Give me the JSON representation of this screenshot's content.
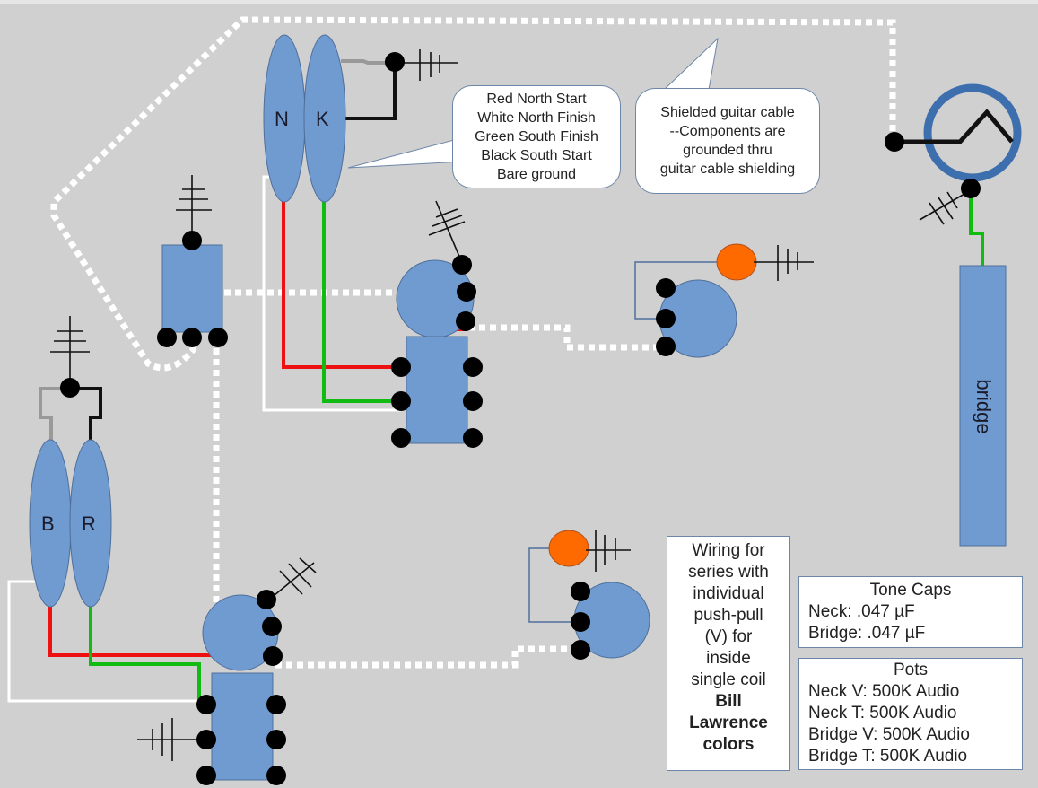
{
  "diagram": {
    "title": "Wiring for series with individual push-pull (V) for inside single coil Bill Lawrence colors",
    "colors": {
      "background": "#d0d0d0",
      "component": "#6f9bd1",
      "component_border": "#4f6f9a",
      "terminal": "#000000",
      "wire_red": "#ee1111",
      "wire_green": "#11bb11",
      "wire_white": "#ffffff",
      "wire_black": "#111111",
      "wire_bare": "#999999",
      "capacitor": "#ff6a00",
      "shield": "#ffffff",
      "jack_ring": "#3d6fae"
    },
    "pickups": {
      "neck": {
        "coil_left_label": "N",
        "coil_right_label": "K"
      },
      "bridge": {
        "coil_left_label": "B",
        "coil_right_label": "R"
      }
    },
    "bridge_label": "bridge",
    "color_code_callout": {
      "lines": [
        "Red North Start",
        "White North Finish",
        "Green South Finish",
        "Black South Start",
        "Bare ground"
      ]
    },
    "cable_callout": {
      "lines": [
        "Shielded guitar cable",
        "--Components are",
        "grounded thru",
        "guitar cable shielding"
      ]
    },
    "description_note": {
      "lines": [
        "Wiring for",
        "series with",
        "individual",
        "push-pull",
        "(V) for",
        "inside",
        "single coil"
      ],
      "bold_lines": [
        "Bill",
        "Lawrence",
        "colors"
      ]
    },
    "tone_caps": {
      "title": "Tone Caps",
      "items": [
        "Neck: .047 µF",
        "Bridge: .047 µF"
      ]
    },
    "pots": {
      "title": "Pots",
      "items": [
        "Neck V: 500K Audio",
        "Neck T: 500K Audio",
        "Bridge V: 500K Audio",
        "Bridge T: 500K Audio"
      ]
    }
  }
}
